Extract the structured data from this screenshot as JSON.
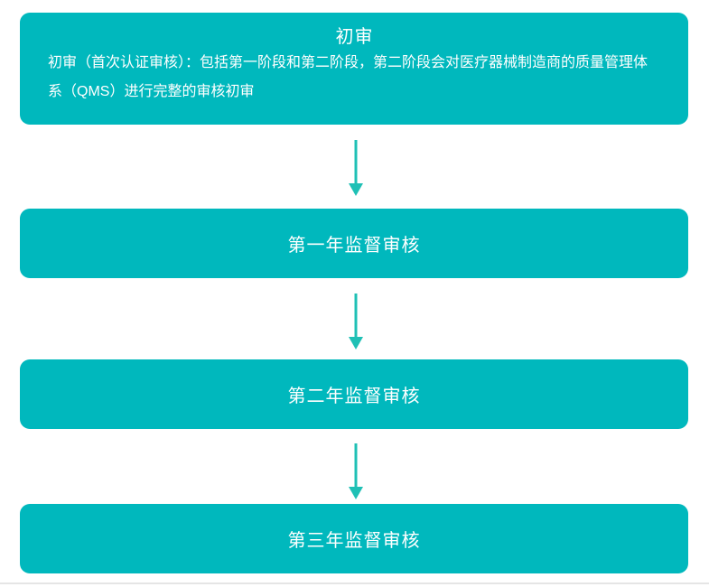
{
  "flowchart": {
    "colors": {
      "node_fill": "#00b8bd",
      "arrow": "#1fc0b5",
      "text": "#ffffff",
      "divider": "#e5e5e5",
      "background": "#ffffff"
    },
    "start_node": {
      "title": "初审",
      "description": "初审（首次认证审核）：包括第一阶段和第二阶段，第二阶段会对医疗器械制造商的质量管理体系（QMS）进行完整的审核初审"
    },
    "steps": [
      {
        "label": "第一年监督审核"
      },
      {
        "label": "第二年监督审核"
      },
      {
        "label": "第三年监督审核"
      }
    ]
  }
}
